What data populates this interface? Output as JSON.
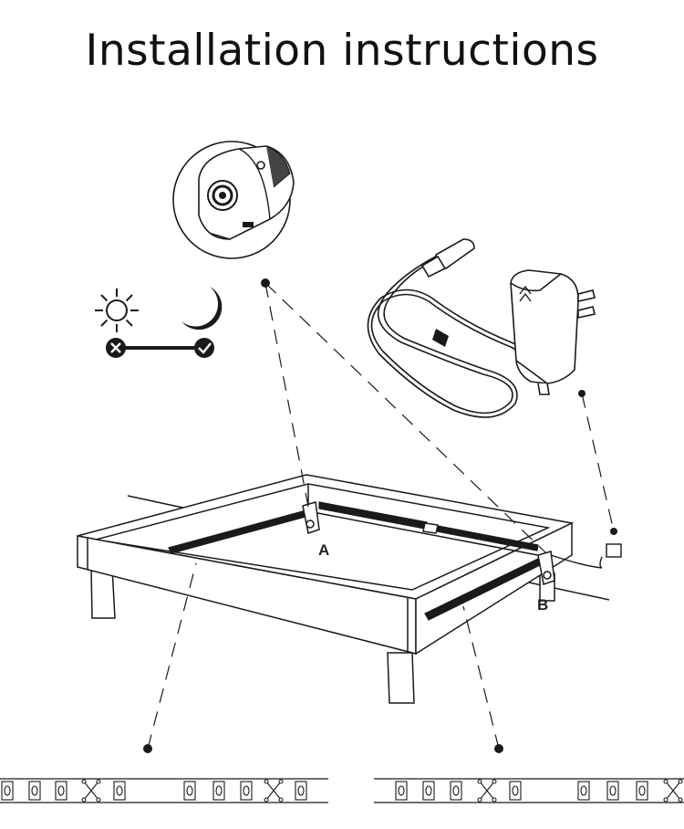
{
  "page": {
    "title": "Installation instructions"
  },
  "labels": {
    "point_a": "A",
    "point_b": "B"
  },
  "icons": {
    "day_mode": "sun-icon",
    "night_mode": "moon-icon",
    "day_state": "cross-circle-icon",
    "night_state": "check-circle-icon"
  },
  "colors": {
    "line": "#1a1a1a",
    "background": "#ffffff"
  }
}
